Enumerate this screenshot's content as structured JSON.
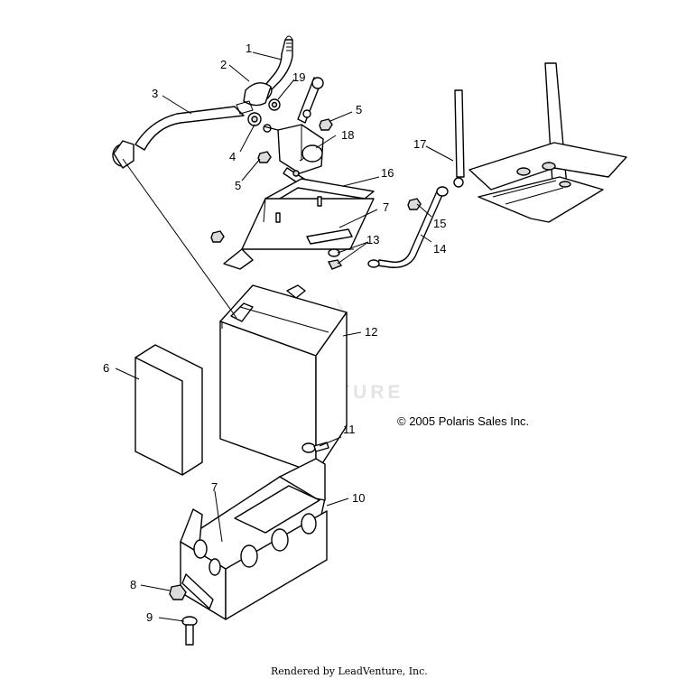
{
  "diagram": {
    "watermark": "LEADVENTURE",
    "copyright": "© 2005 Polaris Sales Inc.",
    "footer": "Rendered by LeadVenture, Inc.",
    "callouts": [
      "1",
      "2",
      "3",
      "4",
      "5",
      "5",
      "6",
      "7",
      "7",
      "8",
      "9",
      "10",
      "11",
      "12",
      "13",
      "14",
      "15",
      "16",
      "17",
      "18",
      "19"
    ]
  }
}
